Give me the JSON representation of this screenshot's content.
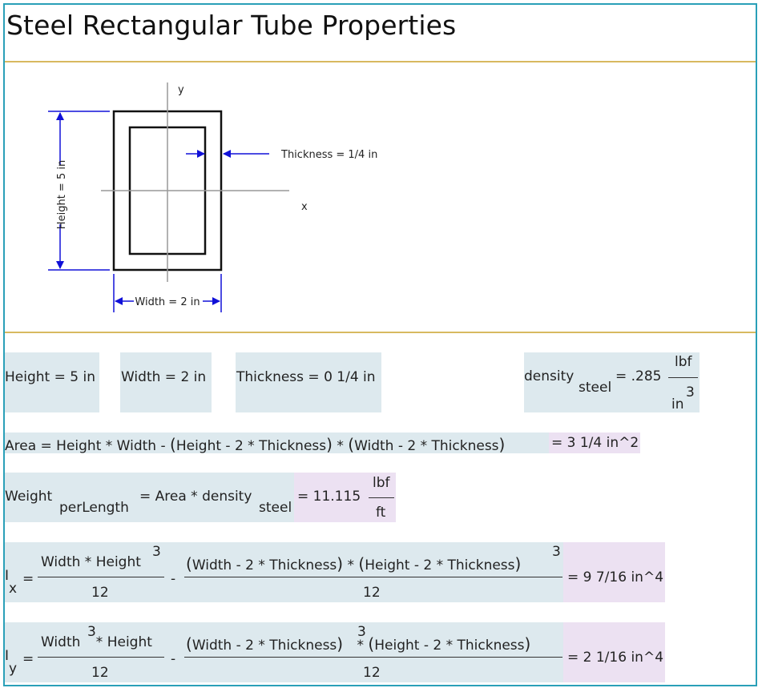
{
  "title": "Steel Rectangular Tube Properties",
  "diagram": {
    "y_label": "y",
    "x_label": "x",
    "height_label": "Height = 5 in",
    "width_label": "Width = 2 in",
    "thickness_label": "Thickness = 1/4 in"
  },
  "inputs": {
    "height": "Height = 5 in",
    "width": "Width = 2 in",
    "thickness": "Thickness = 0 1/4 in",
    "density_name": "density",
    "density_sub": "steel",
    "density_eq": "= .285",
    "density_unit_num": "lbf",
    "density_unit_den": "in",
    "density_unit_exp": "3"
  },
  "area": {
    "p1": "Area = Height * Width - ",
    "p2": "Height - 2 * Thickness",
    "p3": " * ",
    "p4": "Width - 2 * Thickness",
    "result": "= 3 1/4 in^2"
  },
  "weight": {
    "name": "Weight",
    "name_sub": "perLength",
    "expr": "= Area * density",
    "expr_sub": "steel",
    "result": "= 11.115",
    "unit_num": "lbf",
    "unit_den": "ft"
  },
  "ix": {
    "name": "I",
    "sub": "x",
    "eq": "=",
    "frac1_num": "Width * Height",
    "frac1_exp": "3",
    "frac1_den": "12",
    "minus": "-",
    "frac2_a": "Width - 2 * Thickness",
    "frac2_mid": " * ",
    "frac2_b": "Height - 2 * Thickness",
    "frac2_exp": "3",
    "frac2_den": "12",
    "result": "= 9 7/16 in^4"
  },
  "iy": {
    "name": "I",
    "sub": "y",
    "eq": "=",
    "frac1_a": "Width",
    "frac1_exp": "3",
    "frac1_b": " * Height",
    "frac1_den": "12",
    "minus": "-",
    "frac2_a": "Width - 2 * Thickness",
    "frac2_exp": "3",
    "frac2_mid": " * ",
    "frac2_b": "Height - 2 * Thickness",
    "frac2_den": "12",
    "result": "= 2 1/16 in^4"
  }
}
